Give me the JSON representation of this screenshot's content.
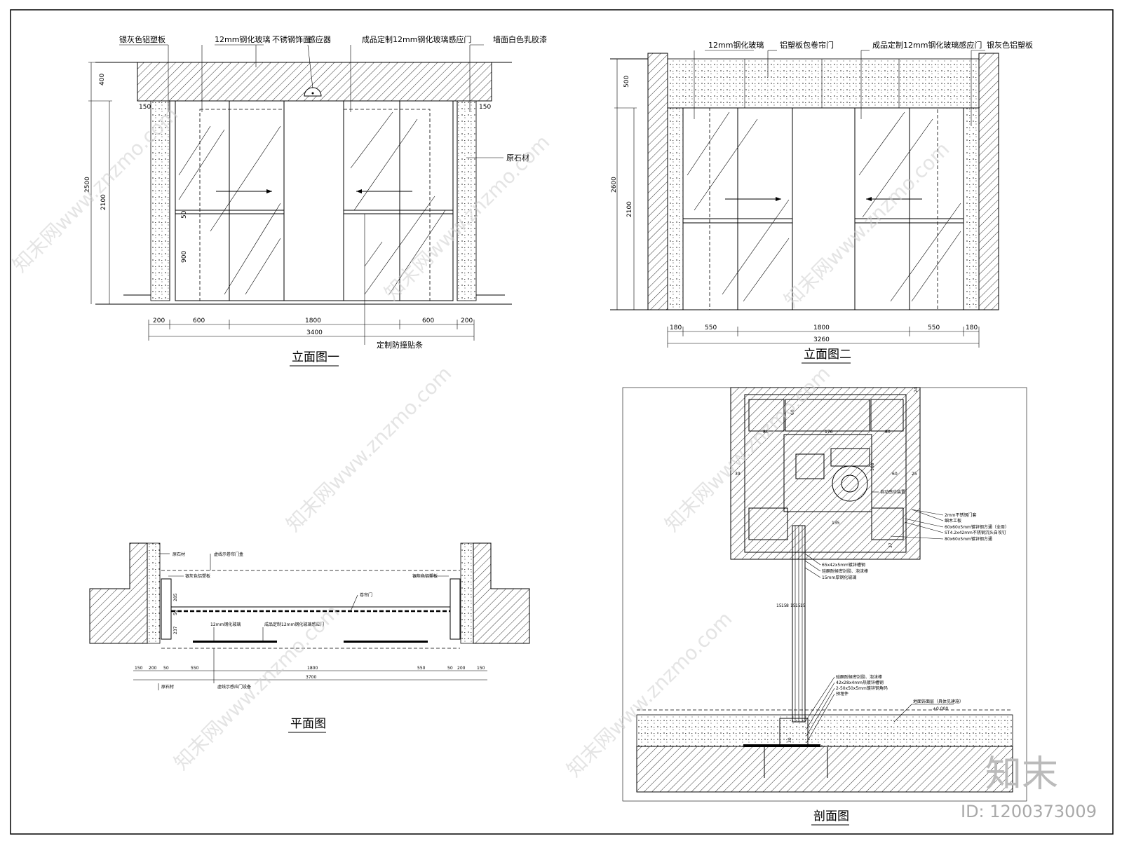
{
  "elevation1": {
    "title": "立面图一",
    "callouts": [
      "银灰色铝塑板",
      "12mm钢化玻璃",
      "不锈钢饰面",
      "感应器",
      "成品定制12mm钢化玻璃感应门",
      "墙面白色乳胶漆",
      "原石材",
      "定制防撞贴条"
    ],
    "dim_bottom": [
      "200",
      "600",
      "1800",
      "600",
      "200"
    ],
    "dim_total": "3400",
    "dim_left": [
      "400",
      "2500",
      "2100"
    ],
    "dim_inner": [
      "150",
      "150",
      "50",
      "900"
    ]
  },
  "elevation2": {
    "title": "立面图二",
    "callouts": [
      "12mm钢化玻璃",
      "铝塑板包卷帘门",
      "成品定制12mm钢化玻璃感应门",
      "银灰色铝塑板"
    ],
    "dim_bottom": [
      "180",
      "550",
      "1800",
      "550",
      "180"
    ],
    "dim_total": "3260",
    "dim_left": [
      "500",
      "2600",
      "2100"
    ]
  },
  "plan": {
    "title": "平面图",
    "callouts": [
      "原石材",
      "虚线示卷帘门盒",
      "银灰色铝塑板",
      "银灰色铝塑板",
      "卷帘门",
      "12mm钢化玻璃",
      "成品定制12mm钢化玻璃感应门",
      "原石材",
      "虚线示感应门设备"
    ],
    "dim_bottom": [
      "150",
      "200",
      "50",
      "550",
      "1800",
      "550",
      "50",
      "200",
      "150"
    ],
    "dim_total": "3700",
    "dim_side": [
      "285",
      "50",
      "237"
    ]
  },
  "section": {
    "title": "剖面图",
    "dims": [
      "60",
      "80",
      "176",
      "80",
      "168",
      "60",
      "39",
      "25",
      "135",
      "37",
      "24",
      "30"
    ],
    "glass_dims": [
      "15",
      "15",
      "8",
      "15",
      "15",
      "15"
    ],
    "callouts_right": [
      "2mm不锈钢门套",
      "细木工板",
      "60x60x5mm镀锌钢方通（全周）",
      "ST4.2x42mm不锈钢沉头自攻钉",
      "80x60x5mm镀锌钢方通"
    ],
    "callouts_mid": [
      "65x42x5mm镀锌槽钢",
      "硅酮耐候密封胶、泡沫棒",
      "15mm厚钢化玻璃"
    ],
    "callouts_bottom": [
      "硅酮耐候密封胶、泡沫棒",
      "42x28x4mm热镀锌槽钢",
      "2-50x50x5mm镀锌钢角码",
      "预埋件"
    ],
    "callout_device": "自动感应装置",
    "callout_floor": "地面饰面层（具体见建施）",
    "level": "±0.000"
  },
  "watermark": "知末网www.znzmo.com",
  "brand": "知末",
  "sheet_id": "ID: 1200373009"
}
